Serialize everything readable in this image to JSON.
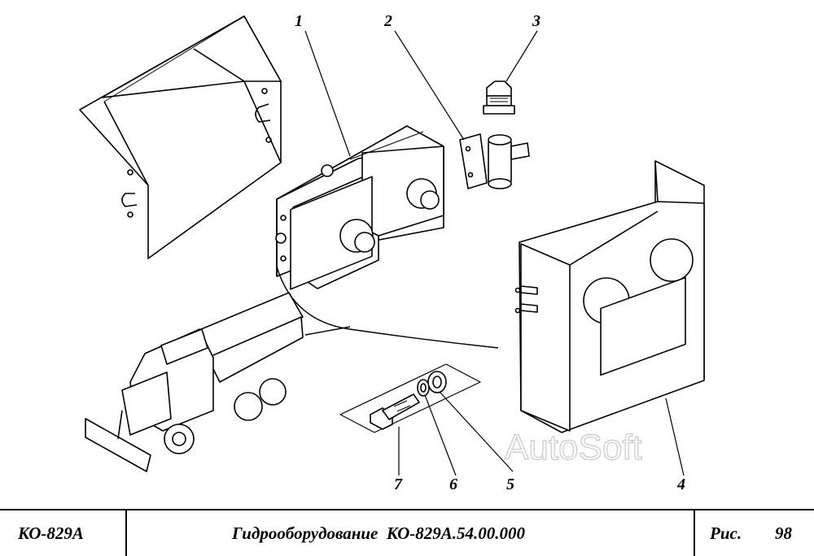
{
  "callouts": [
    {
      "id": "1",
      "label": "1"
    },
    {
      "id": "2",
      "label": "2"
    },
    {
      "id": "3",
      "label": "3"
    },
    {
      "id": "4",
      "label": "4"
    },
    {
      "id": "5",
      "label": "5"
    },
    {
      "id": "6",
      "label": "6"
    },
    {
      "id": "7",
      "label": "7"
    }
  ],
  "watermark": "AutoSoft",
  "title_block": {
    "model": "КО-829А",
    "title": "Гидрооборудование  КО-829А.54.00.000",
    "fig_label": "Рис.",
    "fig_number": "98"
  }
}
